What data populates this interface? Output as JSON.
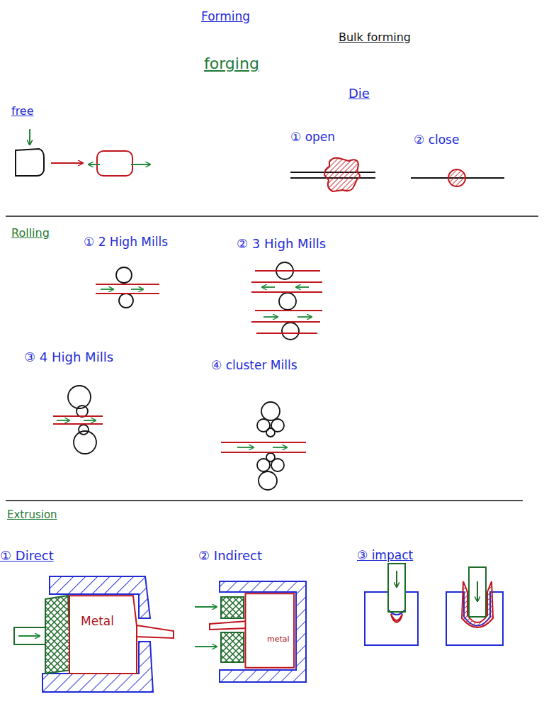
{
  "diagram": {
    "title": "Forming",
    "nodes": [
      {
        "text": [
          "Metal"
        ]
      },
      {
        "text": [
          "metal"
        ]
      }
    ],
    "labels": [
      "Bulk forming",
      "forging",
      "Die",
      "free",
      "① open",
      "② close",
      "Rolling",
      "① 2 High Mills",
      "② 3 High Mills",
      "③ 4 High Mills",
      "④ cluster Mills",
      "Extrusion",
      "① Direct",
      "② Indirect",
      "③ impact"
    ]
  }
}
